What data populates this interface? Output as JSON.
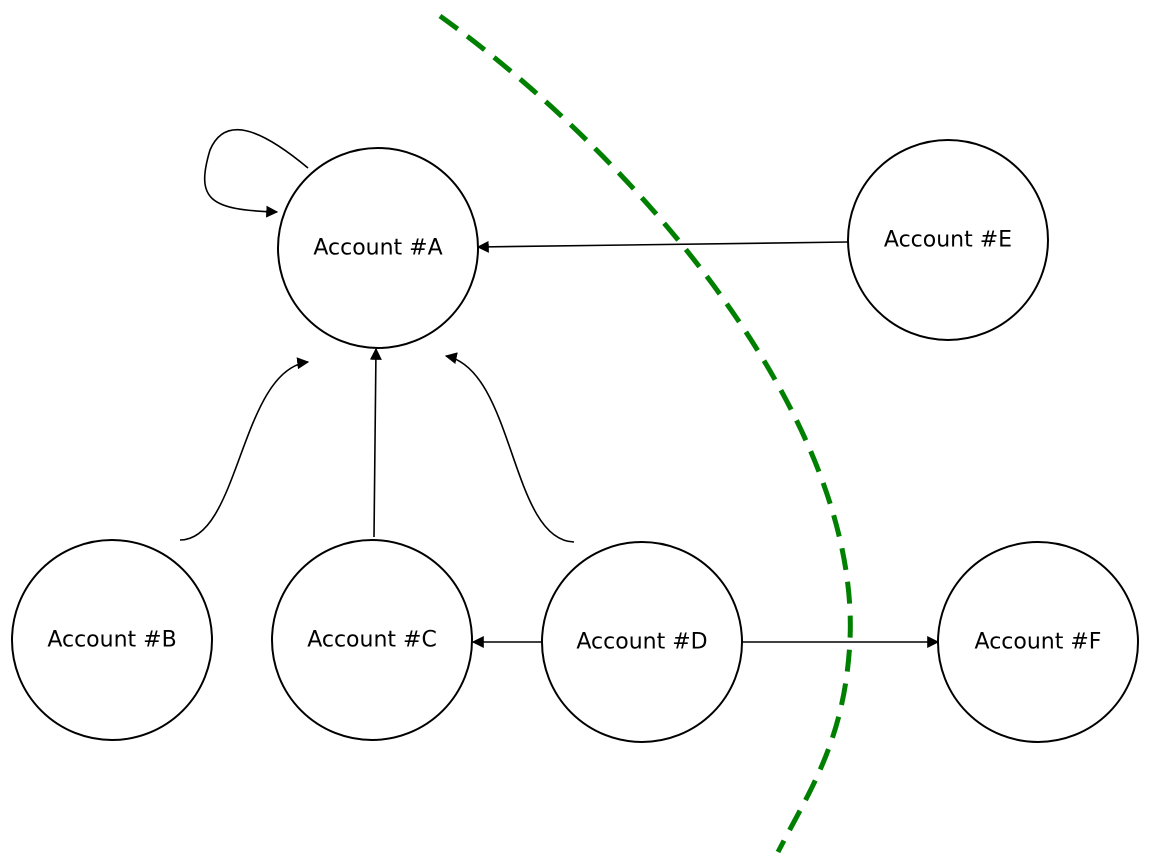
{
  "colors": {
    "node_stroke": "#000000",
    "edge": "#000000",
    "boundary": "#008000"
  },
  "nodes": {
    "a": "Account #A",
    "b": "Account #B",
    "c": "Account #C",
    "d": "Account #D",
    "e": "Account #E",
    "f": "Account #F"
  },
  "edges": [
    {
      "from": "Account #A",
      "to": "Account #A"
    },
    {
      "from": "Account #E",
      "to": "Account #A"
    },
    {
      "from": "Account #B",
      "to": "Account #A"
    },
    {
      "from": "Account #C",
      "to": "Account #A"
    },
    {
      "from": "Account #D",
      "to": "Account #A"
    },
    {
      "from": "Account #D",
      "to": "Account #C"
    },
    {
      "from": "Account #D",
      "to": "Account #F"
    }
  ]
}
